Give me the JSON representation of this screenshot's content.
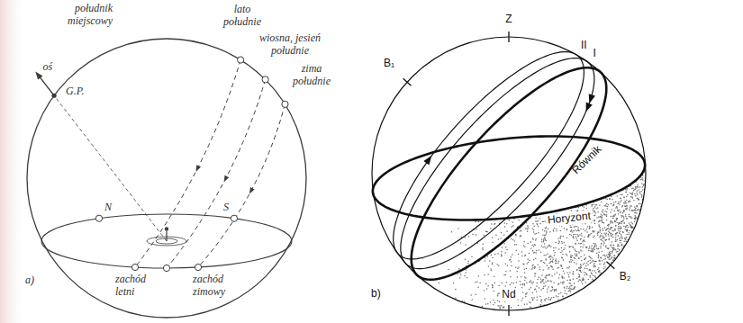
{
  "diagram": {
    "labels": [
      "południk miejscowy",
      "oś",
      "G.P.",
      "lato południe",
      "wiosna, jesień południe",
      "zima południe",
      "N",
      "S",
      "zachód letni",
      "zachód zimowy",
      "a)",
      "Z",
      "B₁",
      "II",
      "I",
      "Równik",
      "Horyzont",
      "B₂",
      "Nd",
      "b)"
    ]
  }
}
